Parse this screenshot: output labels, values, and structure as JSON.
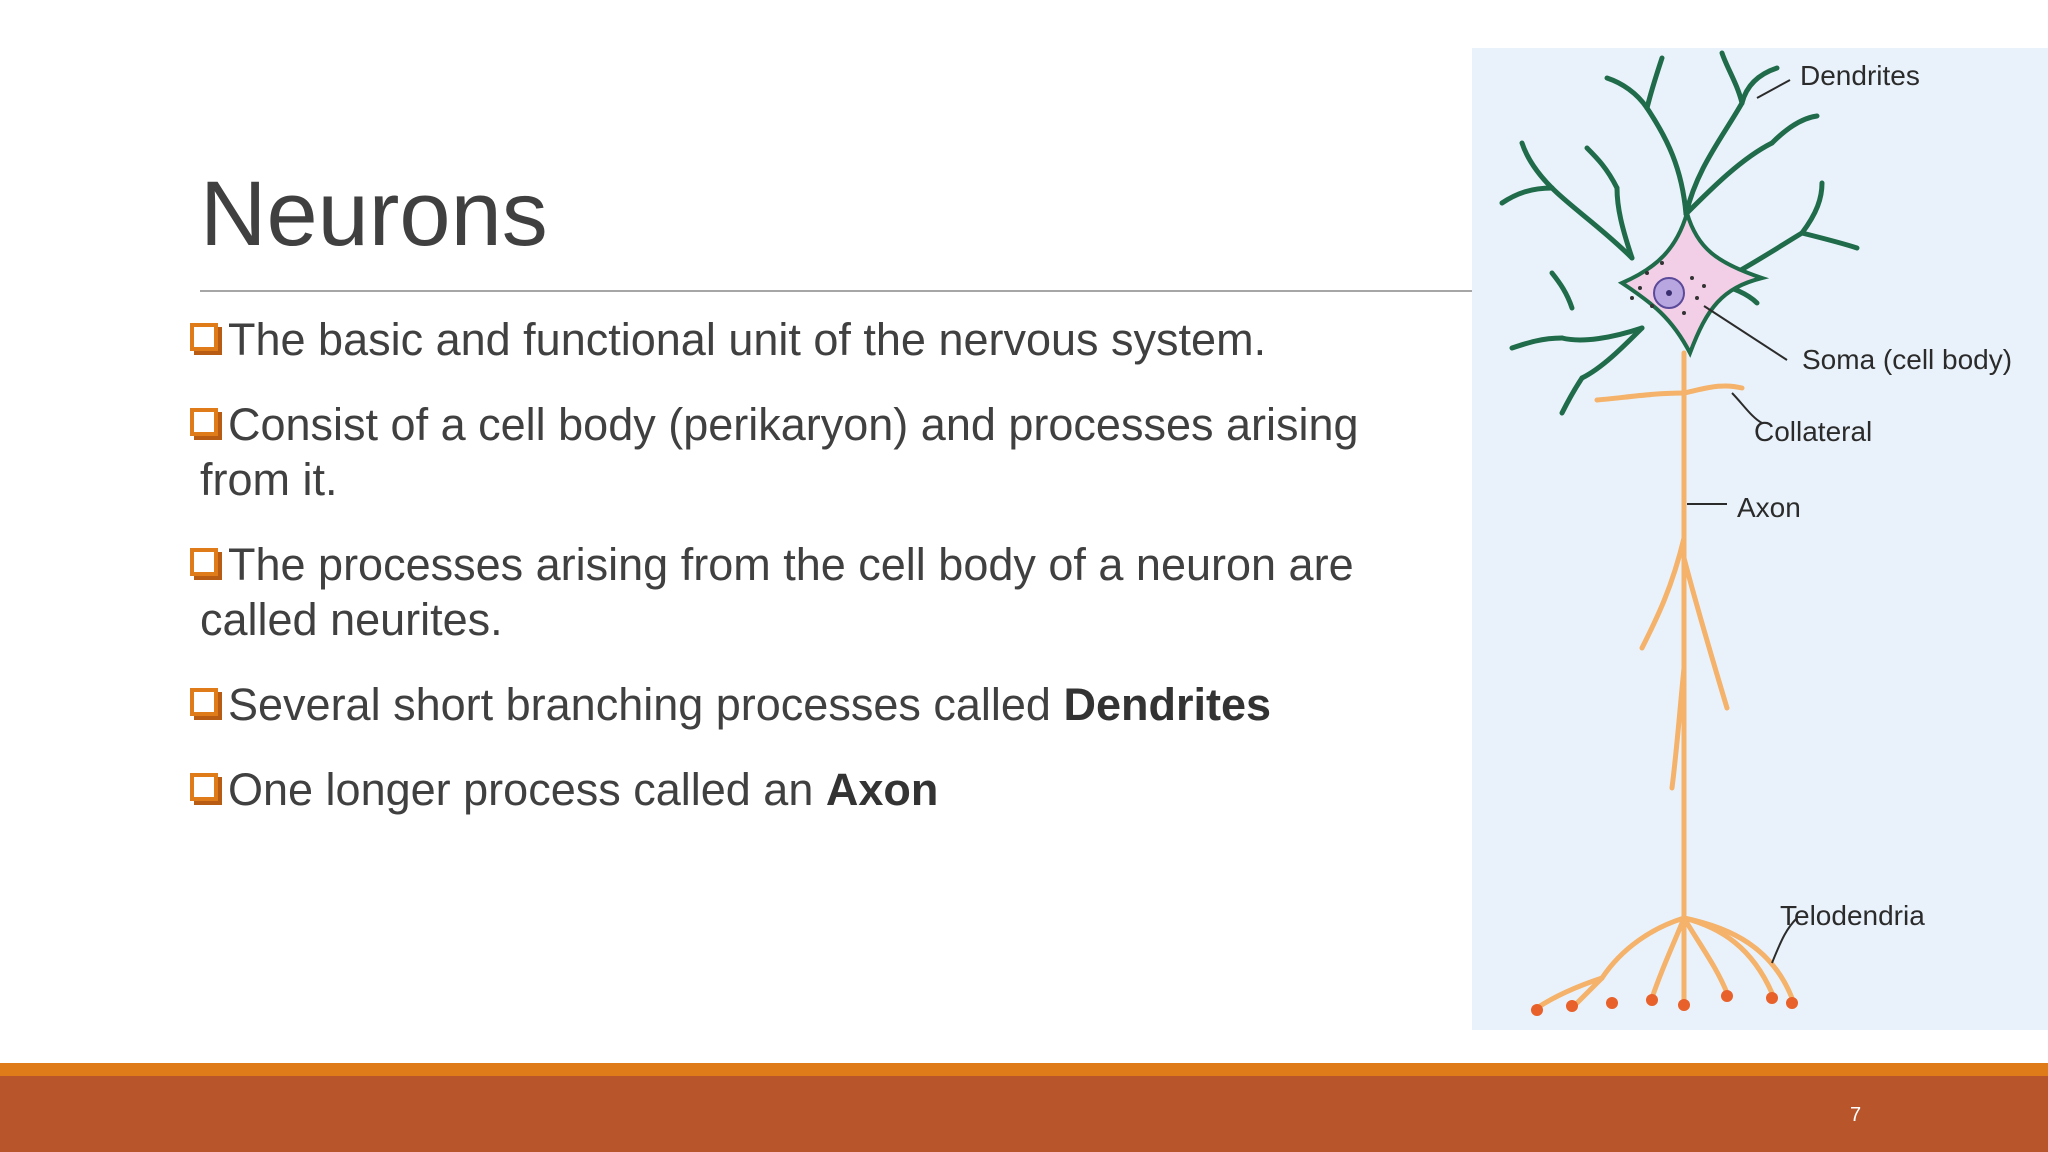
{
  "slide": {
    "title": "Neurons",
    "bullets": [
      {
        "text": "The basic and functional unit of the nervous system."
      },
      {
        "line1": "Consist of a cell body (perikaryon) and processes arising",
        "line2": "from it."
      },
      {
        "line1": "The processes arising from the cell body of a neuron are",
        "line2": "called neurites."
      },
      {
        "text": "Several short branching processes called ",
        "bold": "Dendrites"
      },
      {
        "text": "One longer process called an ",
        "bold": "Axon"
      }
    ],
    "page_number": "7"
  },
  "figure": {
    "labels": {
      "dendrites": "Dendrites",
      "soma": "Soma (cell body)",
      "collateral": "Collateral",
      "axon": "Axon",
      "telodendria": "Telodendria"
    },
    "colors": {
      "background": "#e9f2fa",
      "dendrite": "#1f6b4a",
      "soma": "#f2cfe6",
      "nucleus": "#b7a6e0",
      "axon": "#f4b26a",
      "terminal": "#e8612a"
    }
  },
  "theme": {
    "accent_orange": "#e07b1a",
    "footer_rust": "#b9552b",
    "text_gray": "#404040"
  }
}
